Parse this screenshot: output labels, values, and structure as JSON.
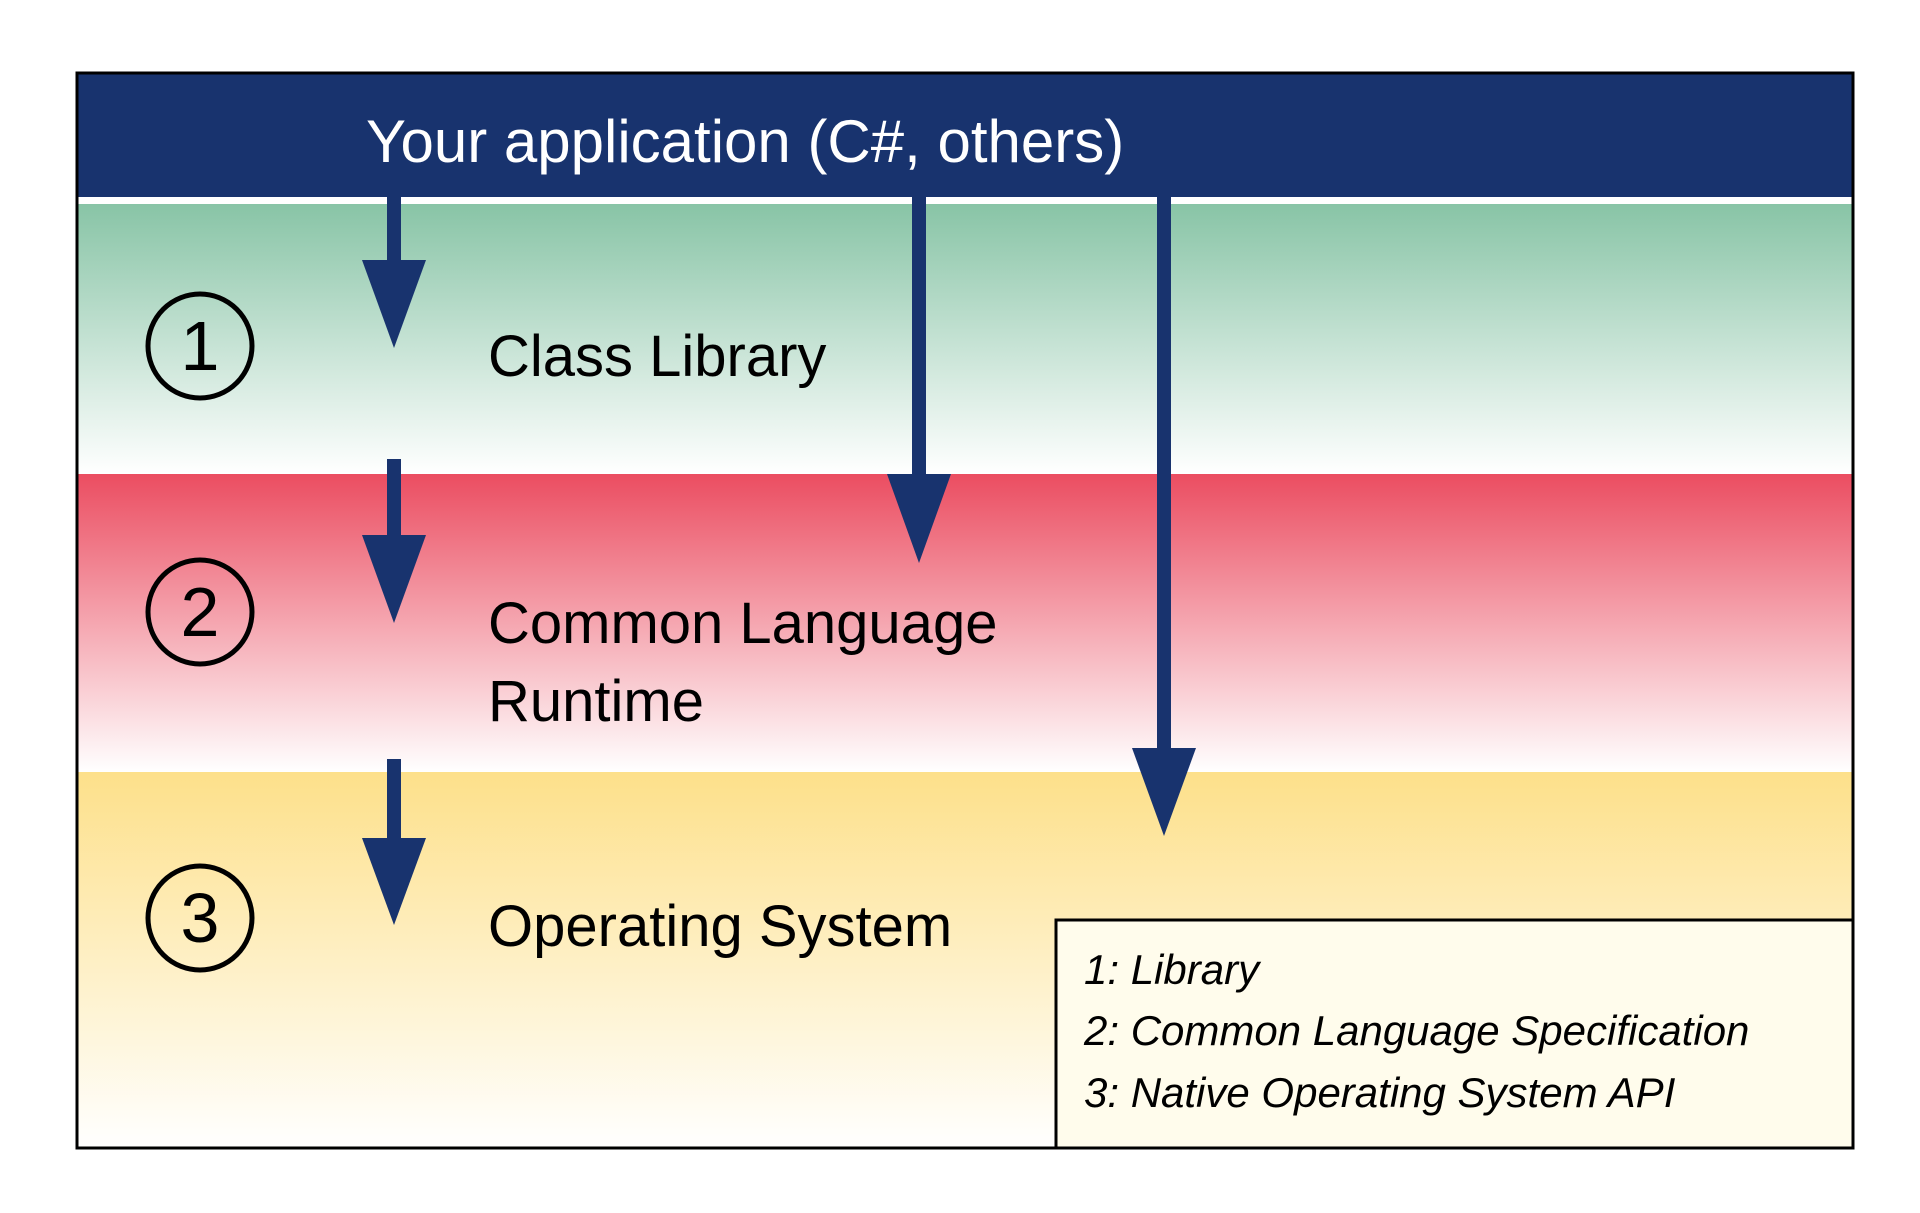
{
  "header": {
    "title": "Your application (C#, others)"
  },
  "layers": [
    {
      "number": "1",
      "label_lines": [
        "Class Library"
      ]
    },
    {
      "number": "2",
      "label_lines": [
        "Common Language",
        "Runtime"
      ]
    },
    {
      "number": "3",
      "label_lines": [
        "Operating System"
      ]
    }
  ],
  "legend": {
    "items": [
      "1: Library",
      "2: Common Language Specification",
      "3: Native Operating System API"
    ]
  },
  "colors": {
    "header_bg": "#18336E",
    "arrow": "#18336E",
    "layer1_top": "#88C4A6",
    "layer2_top": "#EB4D61",
    "layer3_top": "#FDE08A",
    "legend_bg": "#FFFCEC"
  }
}
